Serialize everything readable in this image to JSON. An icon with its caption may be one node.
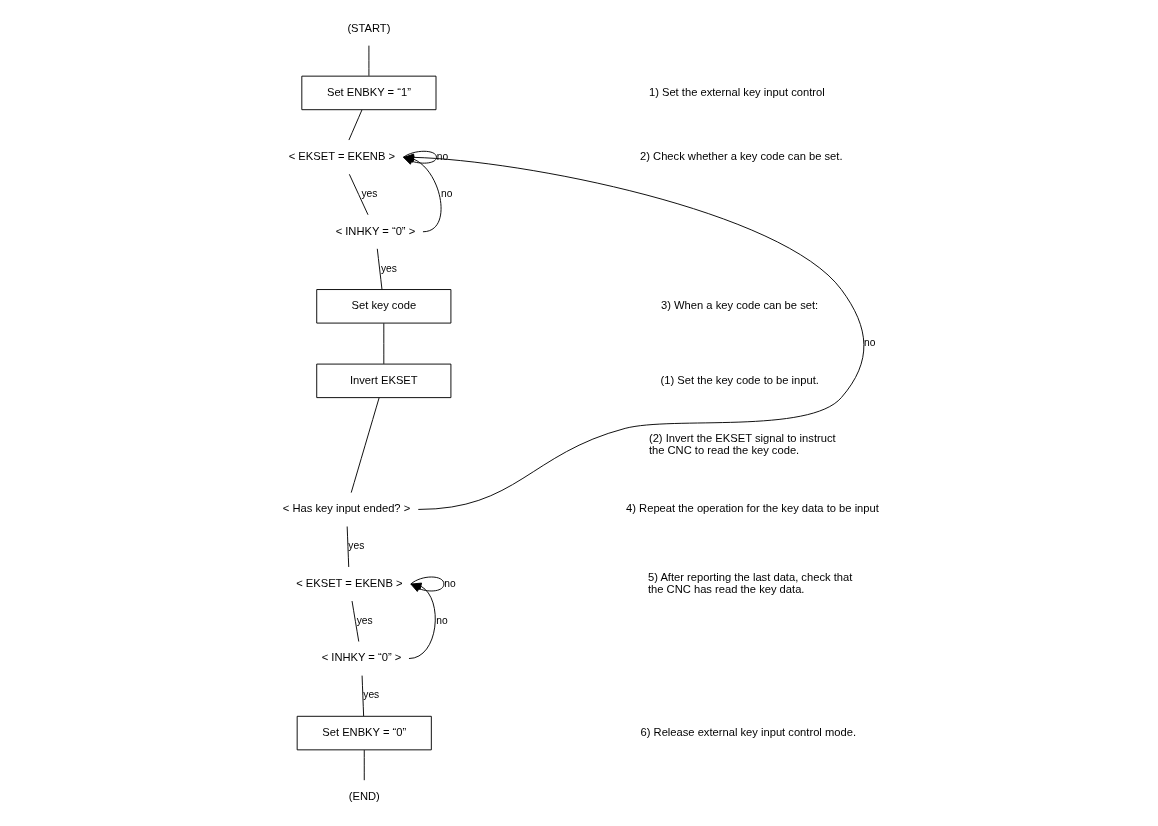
{
  "diagram": {
    "nodes": [
      {
        "text": [
          "(START)"
        ]
      },
      {
        "text": [
          "Set ENBKY = “1”"
        ]
      },
      {
        "text": [
          "< EKSET = EKENB >"
        ]
      },
      {
        "text": [
          "< INHKY = “0” >"
        ]
      },
      {
        "text": [
          "Set key code"
        ]
      },
      {
        "text": [
          "Invert EKSET"
        ]
      },
      {
        "text": [
          "< Has key input ended? >"
        ]
      },
      {
        "text": [
          "< EKSET = EKENB >"
        ]
      },
      {
        "text": [
          "< INHKY = “0” >"
        ]
      },
      {
        "text": [
          "Set ENBKY = “0”"
        ]
      },
      {
        "text": [
          "(END)"
        ]
      }
    ],
    "edges": [
      {
        "from": 0,
        "to": 1,
        "arrow": "none"
      },
      {
        "from": 1,
        "to": 2,
        "arrow": "none"
      },
      {
        "from": 2,
        "to": 3,
        "arrow": "none",
        "label": "yes"
      },
      {
        "from": 3,
        "to": 4,
        "arrow": "none",
        "label": "yes"
      },
      {
        "from": 4,
        "to": 5,
        "arrow": "none"
      },
      {
        "from": 5,
        "to": 6,
        "arrow": "none"
      },
      {
        "from": 6,
        "to": 7,
        "arrow": "none",
        "label": "yes"
      },
      {
        "from": 7,
        "to": 8,
        "arrow": "none",
        "label": "yes"
      },
      {
        "from": 8,
        "to": 9,
        "arrow": "none",
        "label": "yes"
      },
      {
        "from": 9,
        "to": 10,
        "arrow": "none"
      },
      {
        "from": 2,
        "to": 2,
        "arrow": "to",
        "label": "no"
      },
      {
        "from": 3,
        "to": 2,
        "arrow": "to",
        "label": "no"
      },
      {
        "from": 6,
        "to": 2,
        "arrow": "to",
        "label": "no"
      },
      {
        "from": 7,
        "to": 7,
        "arrow": "to",
        "label": "no"
      },
      {
        "from": 8,
        "to": 7,
        "arrow": "to",
        "label": "no"
      }
    ],
    "labels": [
      "1) Set the external key input control",
      "2) Check whether a key code can be set.",
      "3) When a key code can be set:",
      "(1) Set the key code to be input.",
      "(2) Invert the EKSET signal to instruct the CNC to read the key code.",
      "4) Repeat the operation for the key data to be input",
      "5) After reporting the last data, check that the CNC has read the key data.",
      "6) Release external key input control mode."
    ]
  }
}
